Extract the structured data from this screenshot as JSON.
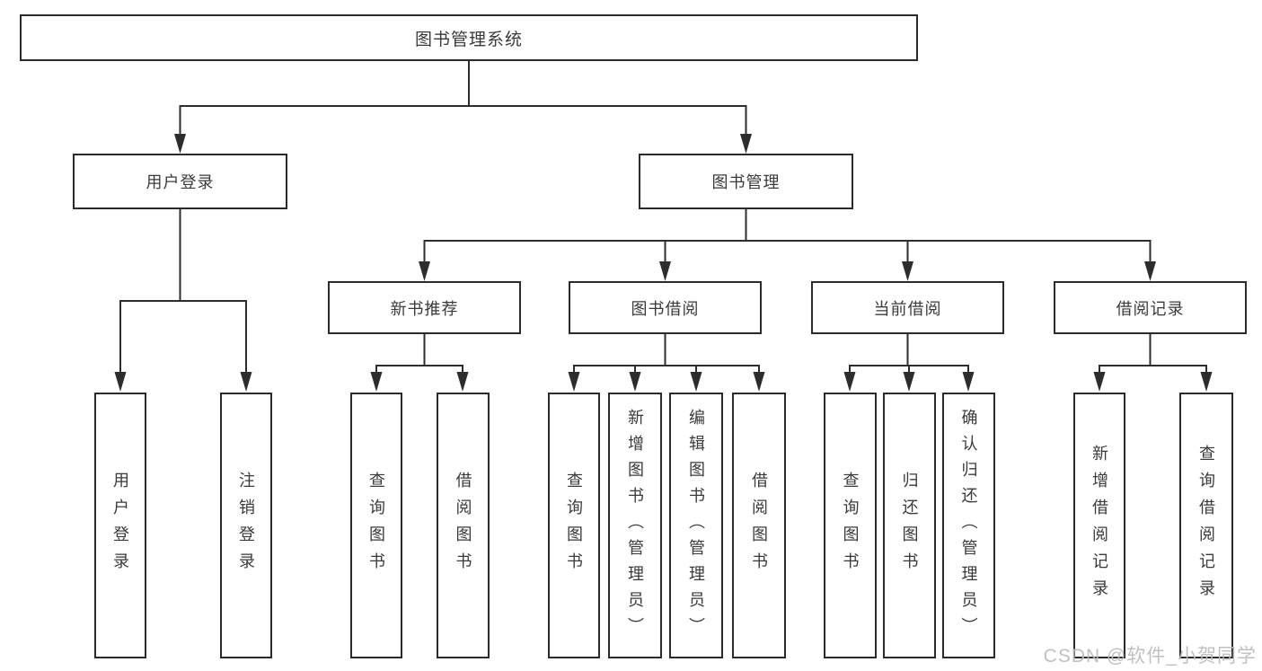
{
  "diagram": {
    "type": "hierarchy-tree",
    "colors": {
      "background": "#ffffff",
      "line": "#2d2d2d",
      "box_border": "#2b2b2b",
      "text": "#3a3a3a",
      "watermark": "#bbbbbb"
    },
    "nodes": {
      "root": {
        "label": "图书管理系统"
      },
      "user_login": {
        "label": "用户登录"
      },
      "book_management": {
        "label": "图书管理"
      },
      "new_book_recommend": {
        "label": "新书推荐"
      },
      "book_borrowing": {
        "label": "图书借阅"
      },
      "current_borrowing": {
        "label": "当前借阅"
      },
      "borrowing_records": {
        "label": "借阅记录"
      },
      "leaf_user_login": {
        "label": "用户登录"
      },
      "leaf_logout": {
        "label": "注销登录"
      },
      "leaf_nbr_query_books": {
        "label": "查询图书"
      },
      "leaf_nbr_borrow_books": {
        "label": "借阅图书"
      },
      "leaf_bb_query_books": {
        "label": "查询图书"
      },
      "leaf_bb_add_books": {
        "label": "新增图书（管理员）"
      },
      "leaf_bb_edit_books": {
        "label": "编辑图书（管理员）"
      },
      "leaf_bb_borrow_books": {
        "label": "借阅图书"
      },
      "leaf_cb_query_books": {
        "label": "查询图书"
      },
      "leaf_cb_return_books": {
        "label": "归还图书"
      },
      "leaf_cb_confirm_return": {
        "label": "确认归还（管理员）"
      },
      "leaf_br_add_record": {
        "label": "新增借阅记录"
      },
      "leaf_br_query_record": {
        "label": "查询借阅记录"
      }
    },
    "structure": {
      "图书管理系统": {
        "用户登录": [
          "用户登录",
          "注销登录"
        ],
        "图书管理": {
          "新书推荐": [
            "查询图书",
            "借阅图书"
          ],
          "图书借阅": [
            "查询图书",
            "新增图书（管理员）",
            "编辑图书（管理员）",
            "借阅图书"
          ],
          "当前借阅": [
            "查询图书",
            "归还图书",
            "确认归还（管理员）"
          ],
          "借阅记录": [
            "新增借阅记录",
            "查询借阅记录"
          ]
        }
      }
    },
    "watermark": {
      "text": "CSDN @软件_小贺同学"
    }
  }
}
